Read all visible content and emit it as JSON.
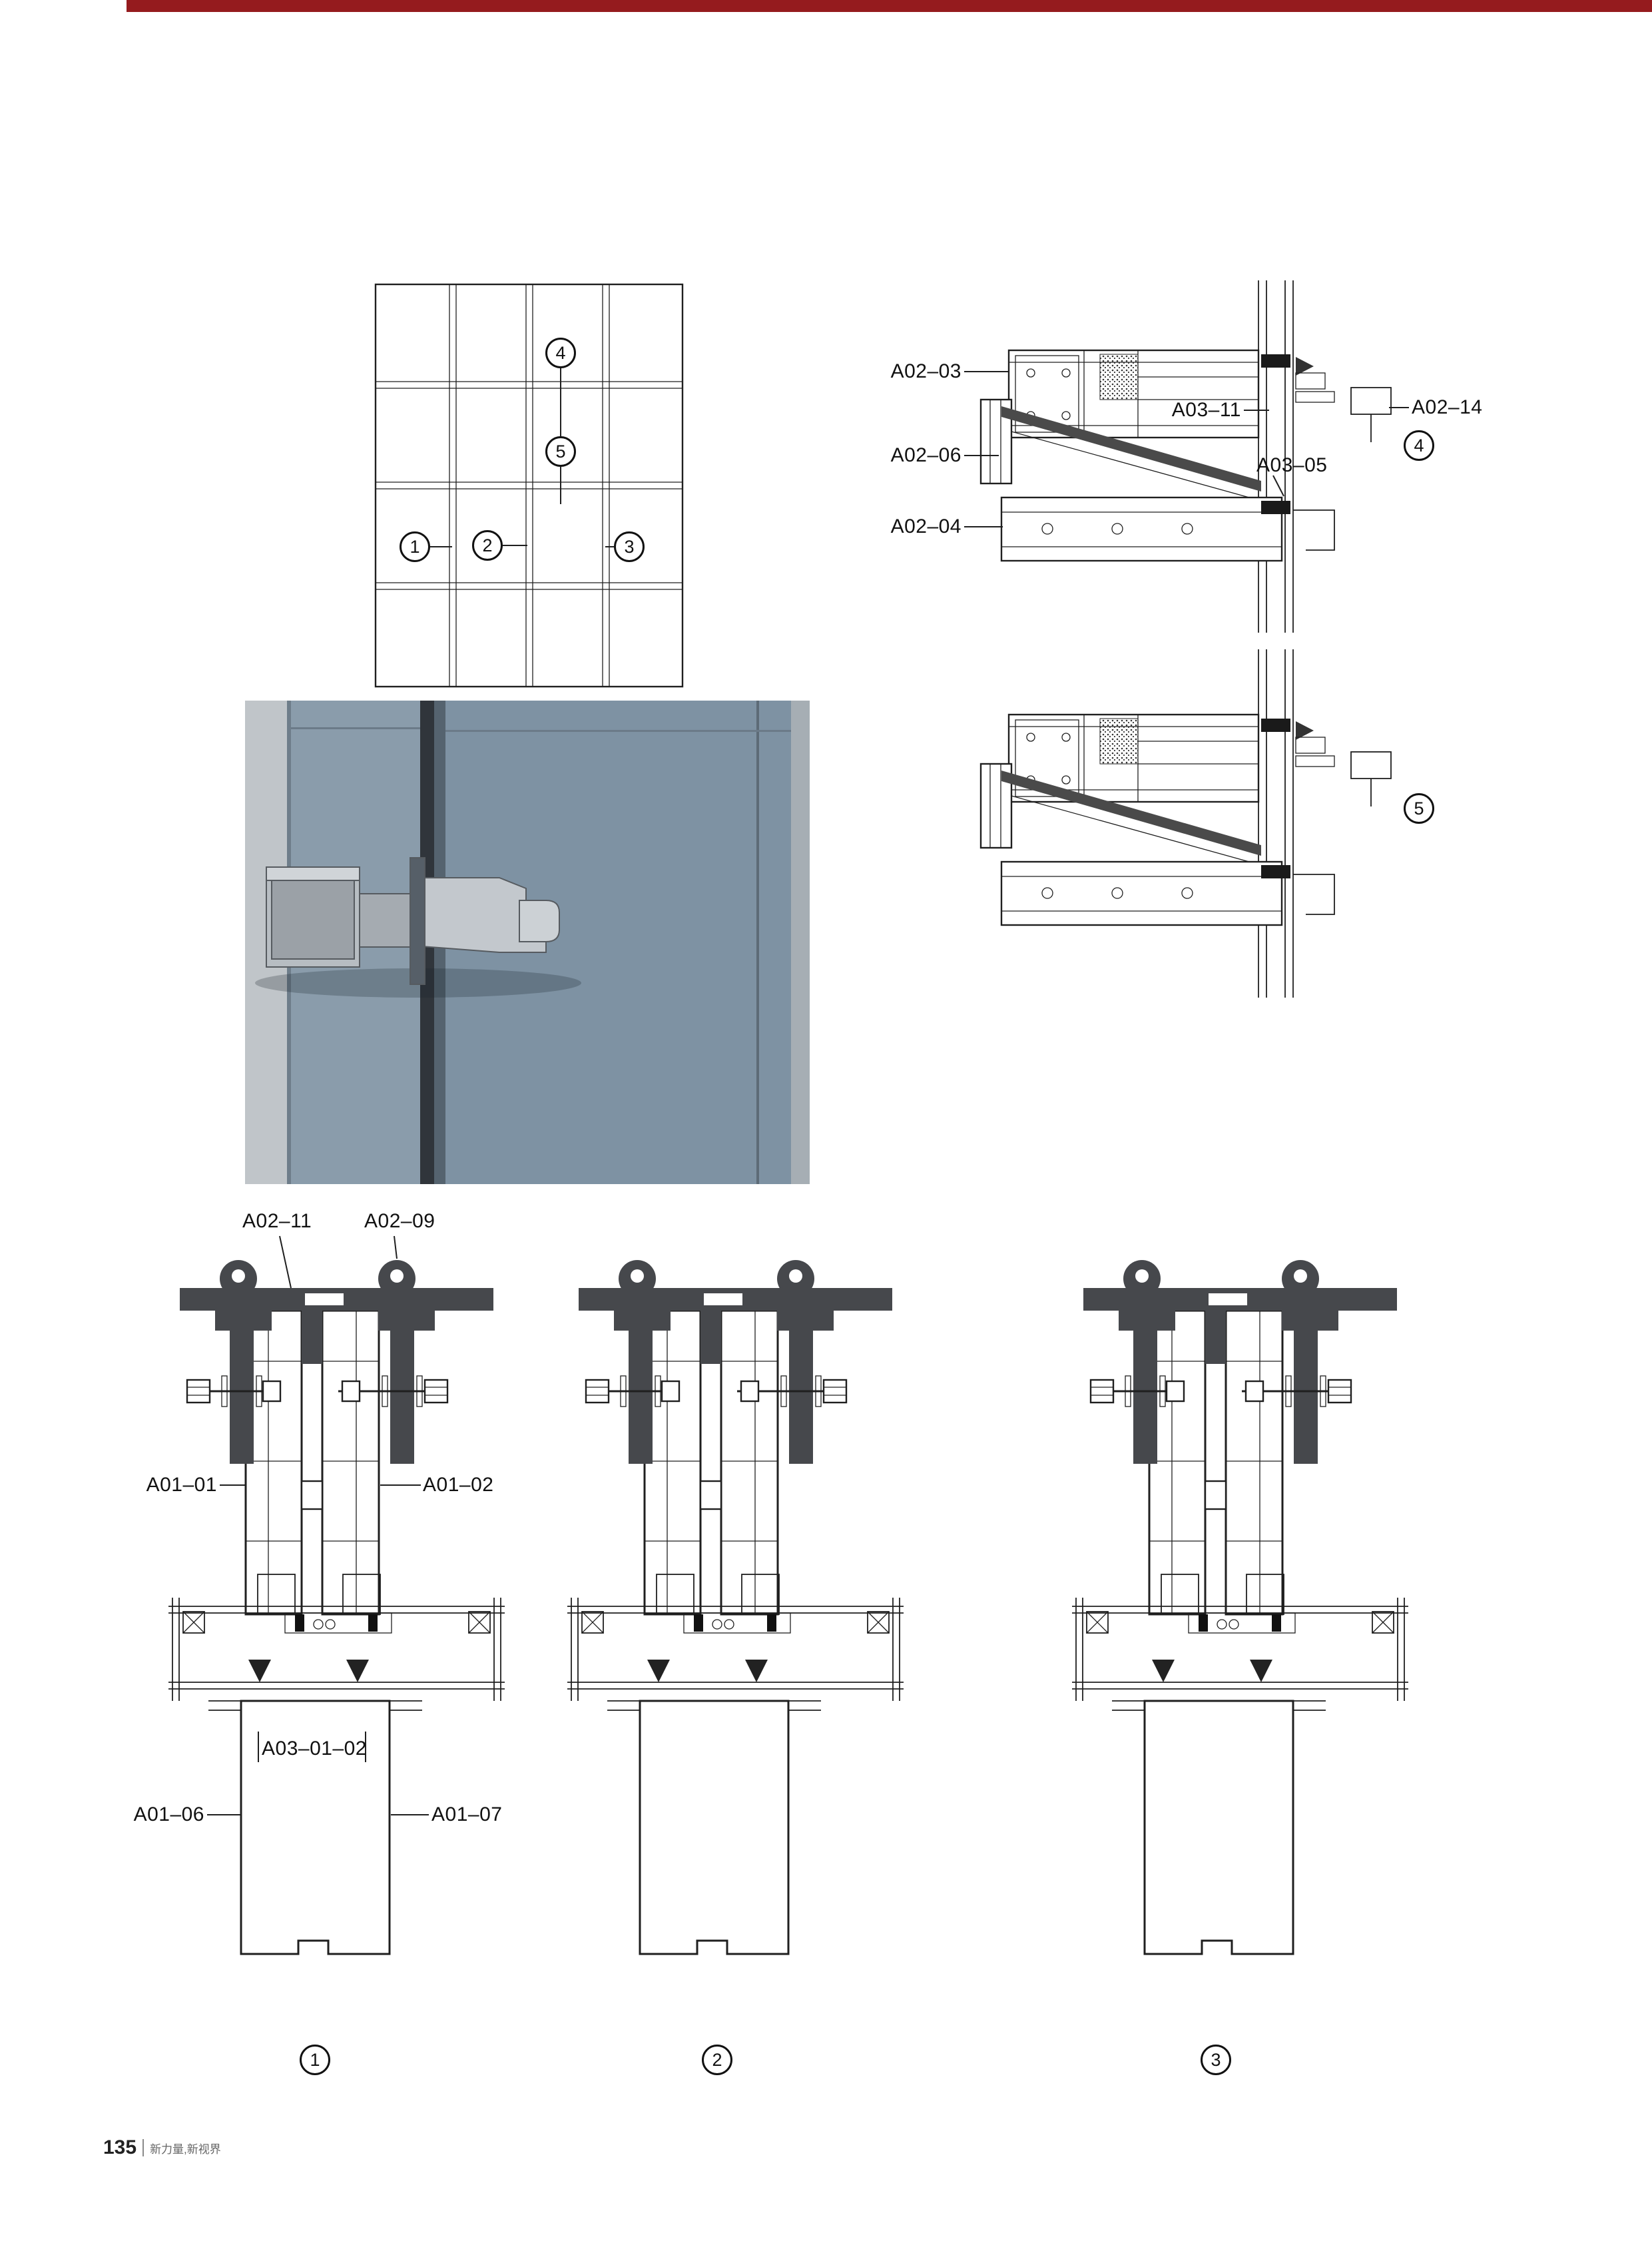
{
  "page": {
    "number": "135",
    "caption": "新力量,新视界",
    "accent_color": "#951b1e"
  },
  "elevation": {
    "callouts": {
      "c1": "1",
      "c2": "2",
      "c3": "3",
      "c4": "4",
      "c5": "5"
    }
  },
  "detail4": {
    "callout": "4",
    "labels": {
      "a02_03": "A02–03",
      "a03_11": "A03–11",
      "a02_14": "A02–14",
      "a02_06": "A02–06",
      "a03_05": "A03–05",
      "a02_04": "A02–04"
    }
  },
  "detail5": {
    "callout": "5"
  },
  "sections": {
    "callout_1": "1",
    "callout_2": "2",
    "callout_3": "3",
    "labels": {
      "a02_11": "A02–11",
      "a02_09": "A02–09",
      "a01_01": "A01–01",
      "a01_02": "A01–02",
      "a03_01_02": "A03–01–02",
      "a01_06": "A01–06",
      "a01_07": "A01–07"
    }
  }
}
